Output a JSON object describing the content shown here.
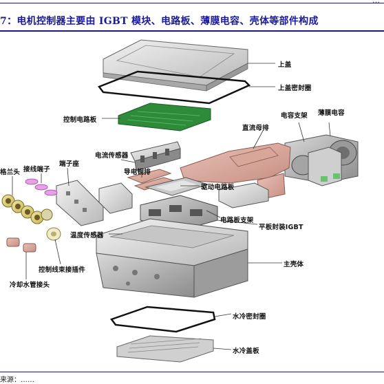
{
  "header": {
    "top_right": "…"
  },
  "figure": {
    "title": "7：电机控制器主要由 IGBT 模块、电路板、薄膜电容、壳体等部件构成",
    "source": "来源：……"
  },
  "labels": {
    "top_cover": "上盖",
    "top_cover_seal": "上盖密封圈",
    "control_board": "控制电路板",
    "cap_bracket": "电容支架",
    "film_cap": "薄膜电容",
    "dc_busbar": "直流母排",
    "current_sensor": "电流传感器",
    "terminal_block": "端子座",
    "wiring_terminal": "接线端子",
    "flange_head": "格兰头",
    "conductive_copper": "导电铜排",
    "drive_board": "驱动电路板",
    "board_bracket": "电路板支架",
    "flat_igbt": "平板封装IGBT",
    "temp_sensor": "温度传感器",
    "harness_connector": "控制线束接插件",
    "main_housing": "主壳体",
    "coolant_connector": "冷却水管接头",
    "water_seal": "水冷密封圈",
    "water_cover": "水冷盖板"
  }
}
